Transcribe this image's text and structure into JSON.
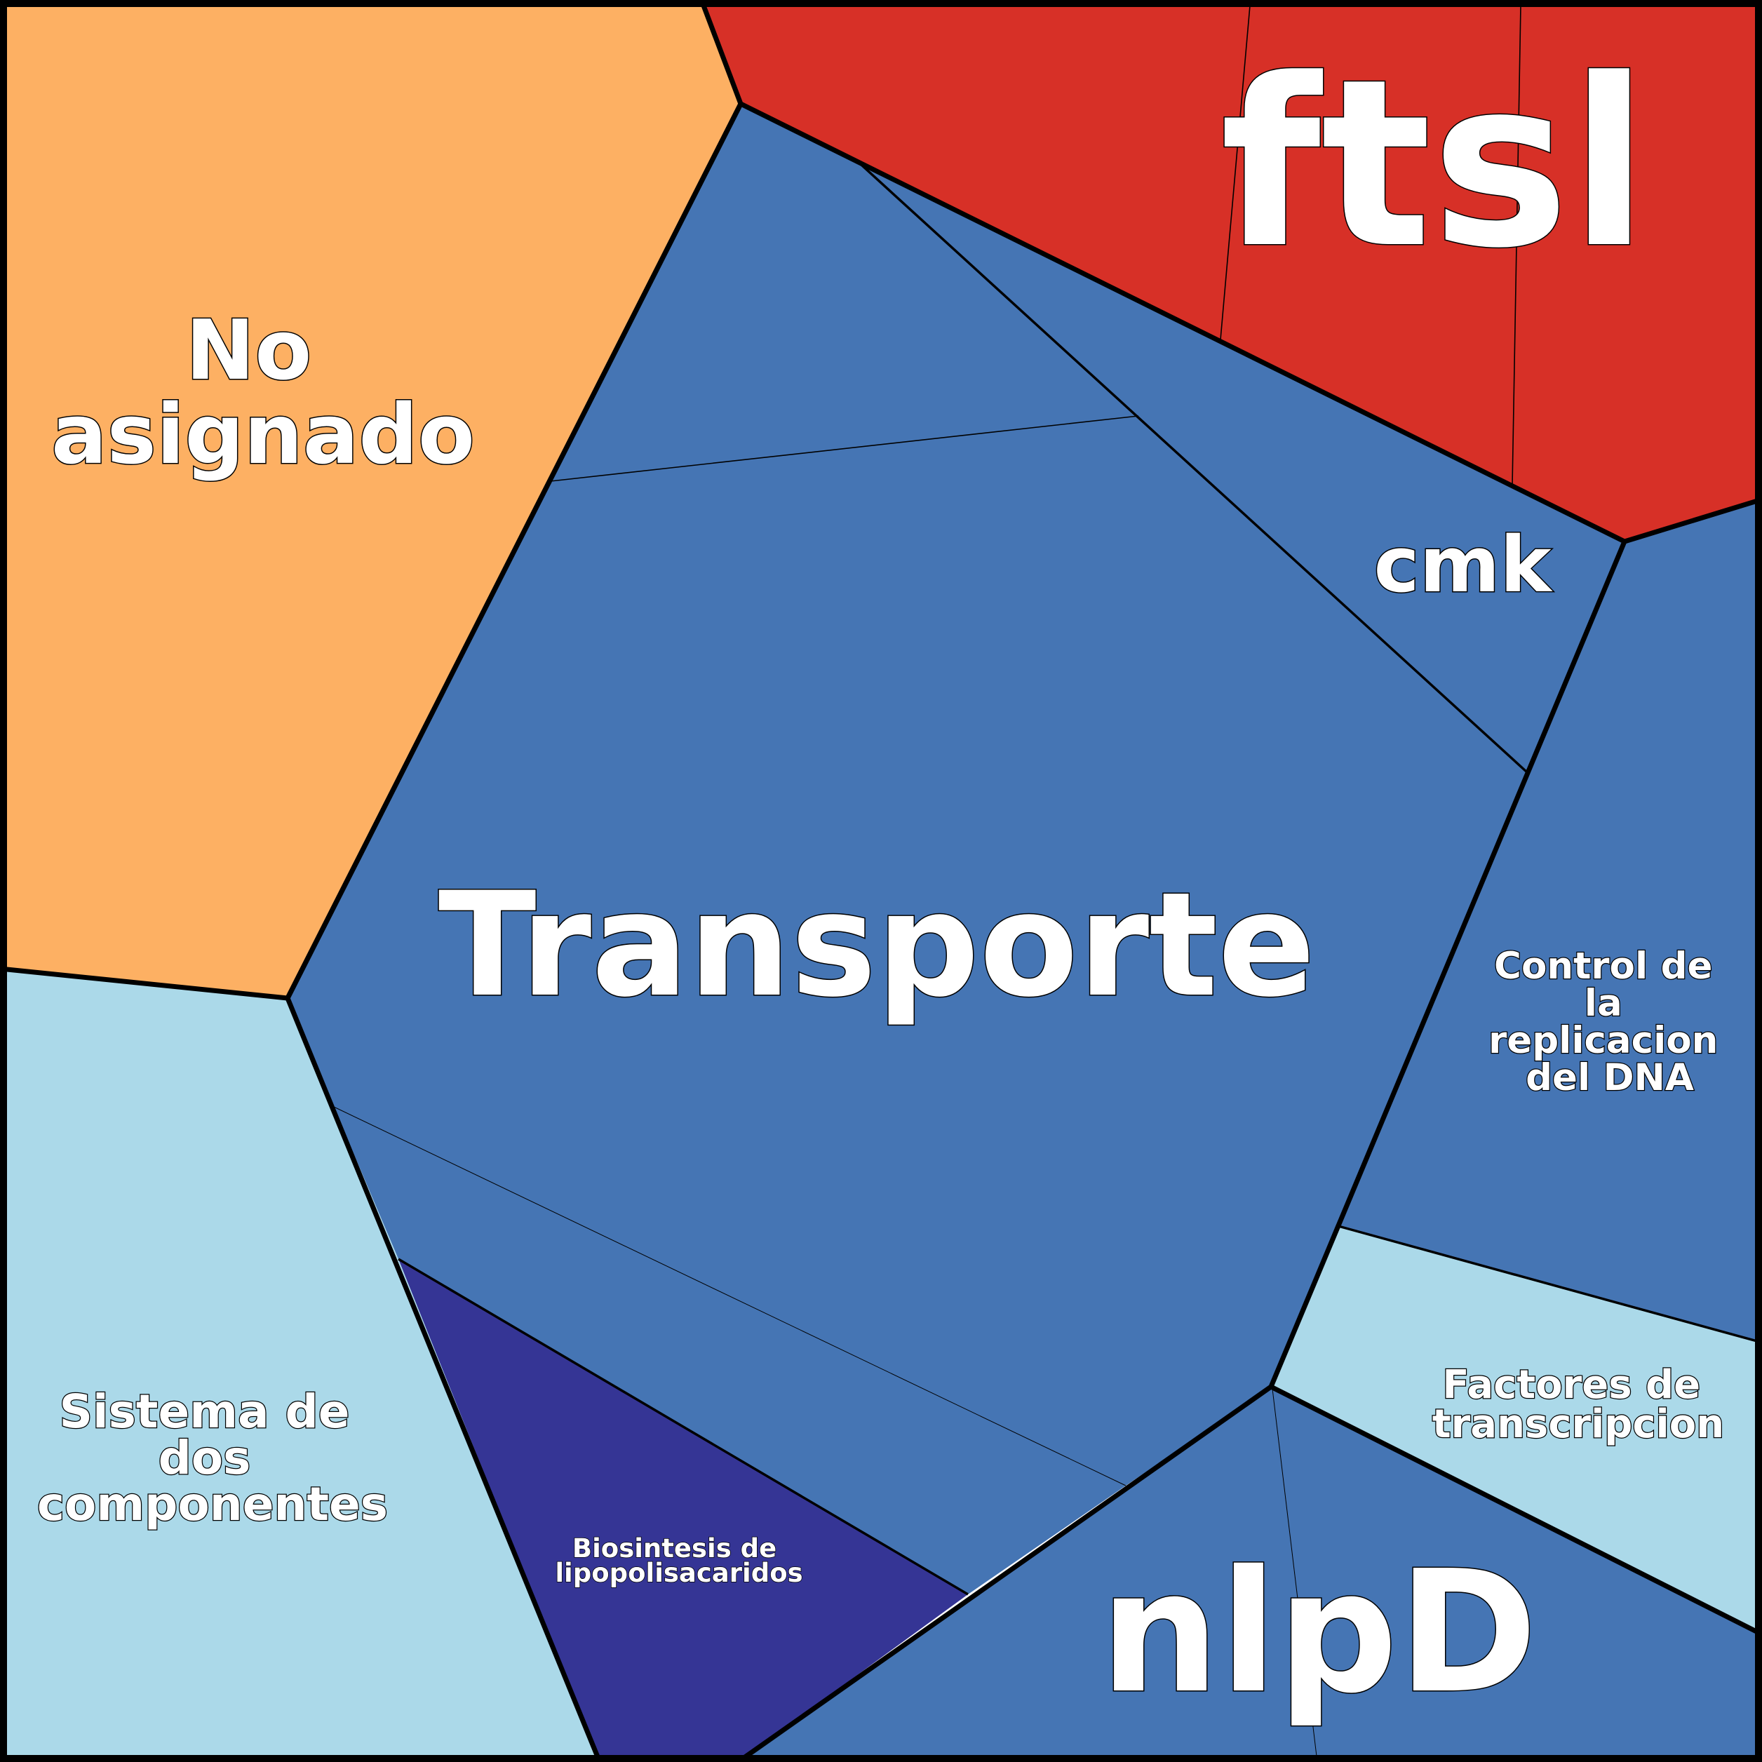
{
  "cells": [
    {
      "key": "no_asignado",
      "lines": [
        "No",
        "asignado"
      ],
      "color": "#FDB063"
    },
    {
      "key": "ftsl",
      "lines": [
        "ftsl"
      ],
      "color": "#D73027"
    },
    {
      "key": "transporte",
      "lines": [
        "Transporte"
      ],
      "color": "#4575B4"
    },
    {
      "key": "cmk",
      "lines": [
        "cmk"
      ],
      "color": "#4575B4"
    },
    {
      "key": "control_replicacion",
      "lines": [
        "Control de",
        "la",
        "replicacion",
        "del DNA"
      ],
      "color": "#ABD9E9"
    },
    {
      "key": "factores_transcripcion",
      "lines": [
        "Factores de",
        "transcripcion"
      ],
      "color": "#ABD9E9"
    },
    {
      "key": "sistema_dos_componentes",
      "lines": [
        "Sistema de",
        "dos",
        "componentes"
      ],
      "color": "#353595"
    },
    {
      "key": "biosintesis_lps",
      "lines": [
        "Biosintesis de",
        "lipopolisacaridos"
      ],
      "color": "#4575B4"
    },
    {
      "key": "nlpd",
      "lines": [
        "nlpD"
      ],
      "color": "#F46D43"
    }
  ]
}
